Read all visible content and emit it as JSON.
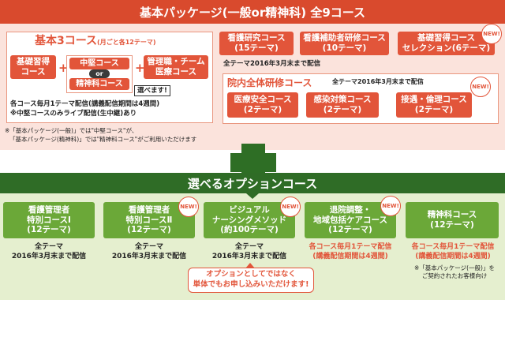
{
  "header": {
    "title": "基本パッケージ(一般or精神科) 全9コース"
  },
  "basic": {
    "title": "基本3コース",
    "subtitle": "(月ごと各12テーマ)",
    "btn_basic": [
      "基礎習得",
      "コース"
    ],
    "btn_mid": "中堅コース",
    "or_label": "or",
    "btn_psych": "精神科コース",
    "btn_mgmt": [
      "管理職・チーム",
      "医療コース"
    ],
    "choose_label": "選べます!",
    "note1": "各コース毎月1テーマ配信(講義配信期間は4週間)",
    "note2": "※中堅コースのみライブ配信(生中継)あり",
    "footnote1": "※「基本パッケージ(一般)」では\"中堅コース\"が、",
    "footnote2": "「基本パッケージ(精神科)」では\"精神科コース\"がご利用いただけます"
  },
  "courses_top": [
    {
      "l1": "看護研究コース",
      "l2": "(15テーマ)",
      "new": false
    },
    {
      "l1": "看護補助者研修コース",
      "l2": "(10テーマ)",
      "new": false
    },
    {
      "l1": "基礎習得コース",
      "l2": "セレクション(6テーマ)",
      "new": true
    }
  ],
  "top_note": "全テーマ2016年3月末まで配信",
  "inhouse": {
    "title": "院内全体研修コース",
    "note": "全テーマ2016年3月末まで配信",
    "courses": [
      {
        "l1": "医療安全コース",
        "l2": "(2テーマ)",
        "new": false
      },
      {
        "l1": "感染対策コース",
        "l2": "(2テーマ)",
        "new": false
      },
      {
        "l1": "接遇・倫理コース",
        "l2": "(2テーマ)",
        "new": true
      }
    ]
  },
  "new_label": "NEW!",
  "options": {
    "title": "選べるオプションコース",
    "courses": [
      {
        "l1": "看護管理者",
        "l2": "特別コースⅠ",
        "l3": "(12テーマ)",
        "new": false,
        "n1": "全テーマ",
        "n2": "2016年3月末まで配信",
        "red": false
      },
      {
        "l1": "看護管理者",
        "l2": "特別コースⅡ",
        "l3": "(12テーマ)",
        "new": true,
        "n1": "全テーマ",
        "n2": "2016年3月末まで配信",
        "red": false
      },
      {
        "l1": "ビジュアル",
        "l2": "ナーシングメソッド",
        "l3": "(約100テーマ)",
        "new": true,
        "n1": "全テーマ",
        "n2": "2016年3月末まで配信",
        "red": false
      },
      {
        "l1": "退院調整・",
        "l2": "地域包括ケアコース",
        "l3": "(12テーマ)",
        "new": true,
        "n1": "各コース毎月1テーマ配信",
        "n2": "(講義配信期間は4週間)",
        "red": true
      },
      {
        "l1": "精神科コース",
        "l2": "(12テーマ)",
        "l3": "",
        "new": false,
        "n1": "各コース毎月1テーマ配信",
        "n2": "(講義配信期間は4週間)",
        "red": true
      }
    ],
    "psych_note1": "※「基本パッケージ(一般)」を",
    "psych_note2": "ご契約されたお客様向け",
    "callout1": "オプションとしてではなく",
    "callout2": "単体でもお申し込みいただけます!"
  }
}
